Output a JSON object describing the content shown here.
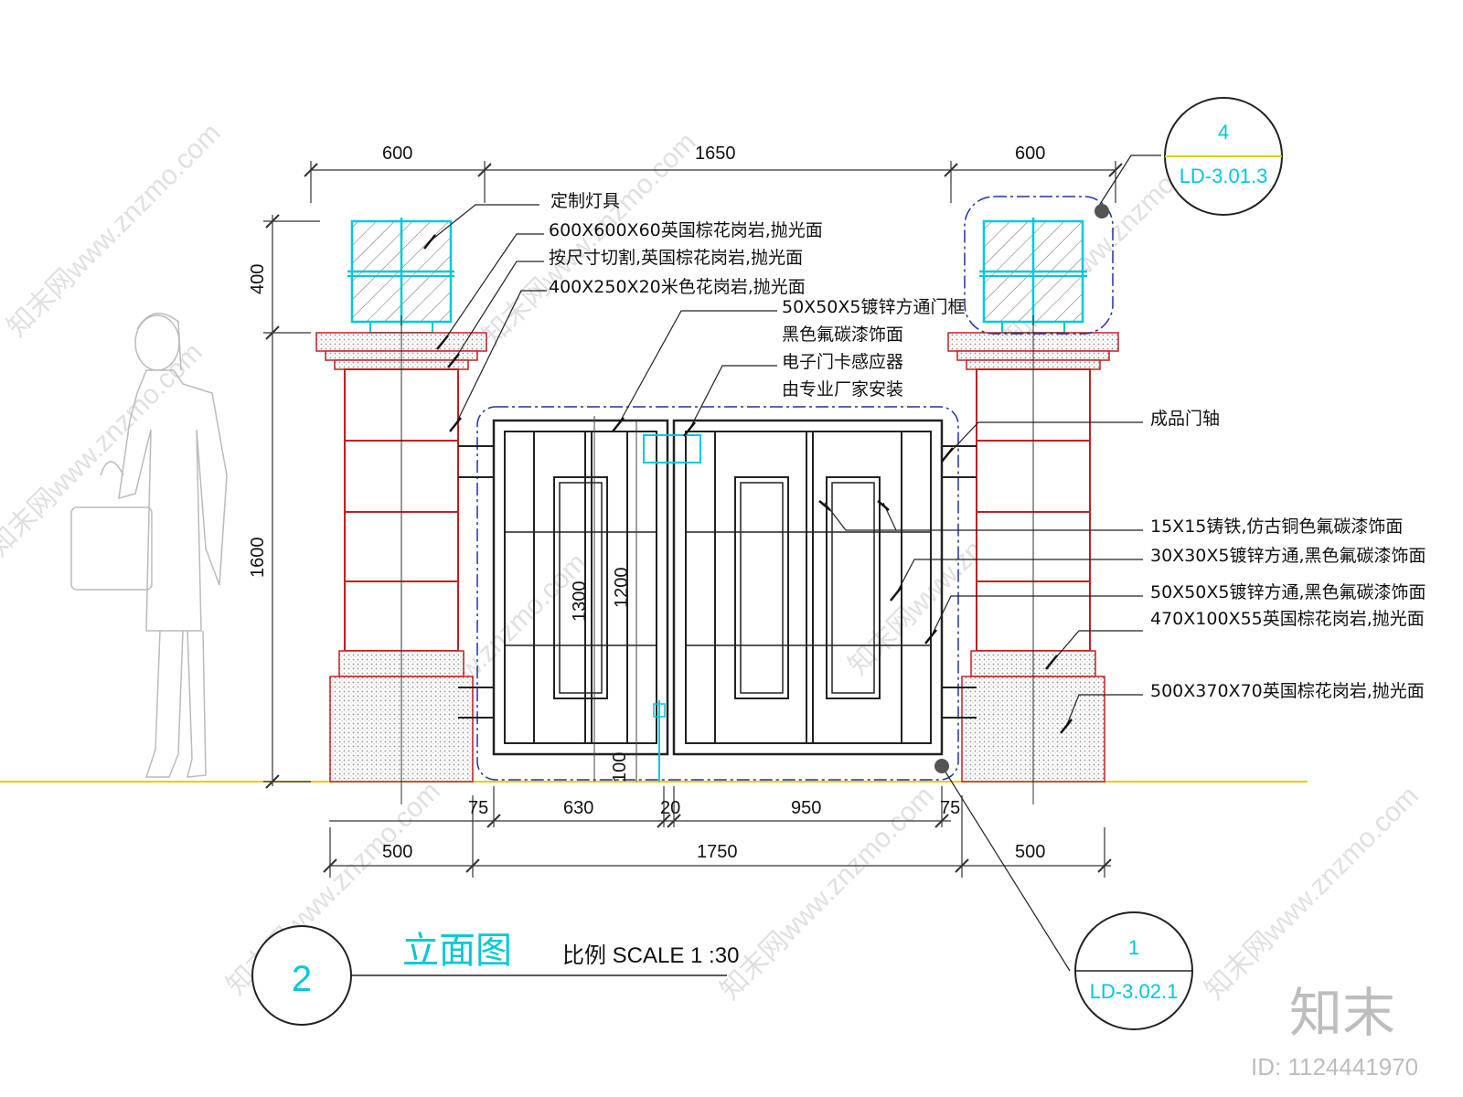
{
  "dimensions": {
    "top_left": "600",
    "top_mid": "1650",
    "top_right": "600",
    "left_top": "400",
    "left_main": "1600",
    "leaf_height_left": "1300",
    "leaf_height_inner": "1200",
    "bottom_gap": "100",
    "bot1_a": "75",
    "bot1_b": "630",
    "bot1_c": "20",
    "bot1_d": "950",
    "bot1_e": "75",
    "bot2_a": "500",
    "bot2_b": "1750",
    "bot2_c": "500"
  },
  "notes": {
    "n1": "定制灯具",
    "n2": "600X600X60英国棕花岗岩,抛光面",
    "n3": "按尺寸切割,英国棕花岗岩,抛光面",
    "n4": "400X250X20米色花岗岩,抛光面",
    "n5": "50X50X5镀锌方通门框",
    "n6": "黑色氟碳漆饰面",
    "n7": "电子门卡感应器",
    "n8": "由专业厂家安装",
    "n9": "成品门轴",
    "n10": "15X15铸铁,仿古铜色氟碳漆饰面",
    "n11": "30X30X5镀锌方通,黑色氟碳漆饰面",
    "n12": "50X50X5镀锌方通,黑色氟碳漆饰面",
    "n13": "470X100X55英国棕花岗岩,抛光面",
    "n14": "500X370X70英国棕花岗岩,抛光面"
  },
  "callouts": {
    "top_num": "4",
    "top_ref": "LD-3.01.3",
    "bottom_num": "1",
    "bottom_ref": "LD-3.02.1"
  },
  "title": {
    "number": "2",
    "name": "立面图",
    "scale": "比例 SCALE 1 :30"
  },
  "watermark": {
    "text": "知末网www.znzmo.com",
    "logo": "知末",
    "id": "ID: 1124441970"
  },
  "colors": {
    "cad_cyan": "#00c8d8",
    "pillar_outline": "#c02020",
    "ground_line": "#e0d000"
  }
}
